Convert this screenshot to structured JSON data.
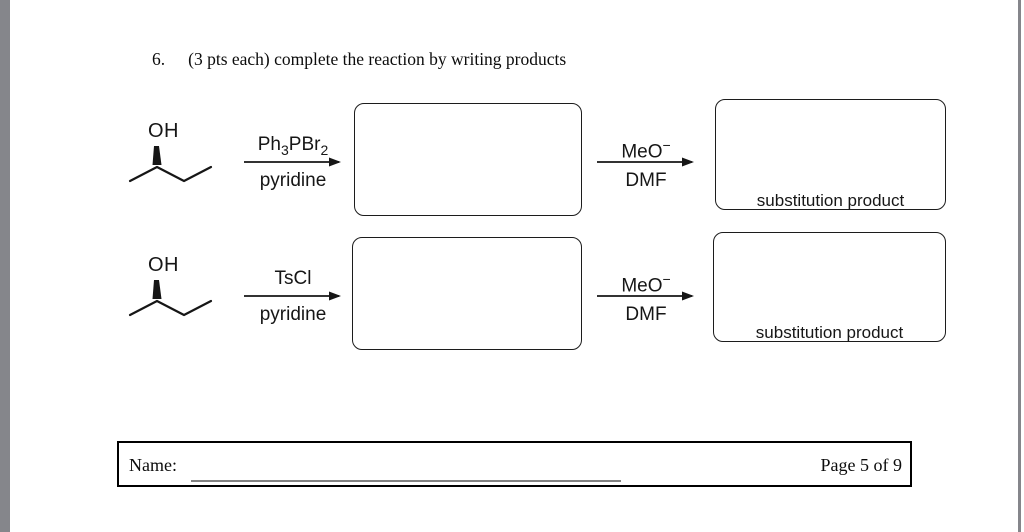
{
  "frame": {
    "edge_color": "#85868b"
  },
  "title": {
    "number": "6.",
    "text": "(3 pts each) complete the reaction by writing products"
  },
  "reaction1": {
    "substrate": {
      "oh_label": "OH"
    },
    "step1": {
      "above_p1": "Ph",
      "above_s1": "3",
      "above_p2": "PBr",
      "above_s2": "2",
      "below": "pyridine"
    },
    "step2": {
      "above_main": "MeO",
      "above_charge": "−",
      "below": "DMF"
    },
    "product_label": "substitution product"
  },
  "reaction2": {
    "substrate": {
      "oh_label": "OH"
    },
    "step1": {
      "above": "TsCl",
      "below": "pyridine"
    },
    "step2": {
      "above_main": "MeO",
      "above_charge": "−",
      "below": "DMF"
    },
    "product_label": "substitution product"
  },
  "footer": {
    "name_label": "Name:",
    "page_label": "Page 5 of 9"
  }
}
